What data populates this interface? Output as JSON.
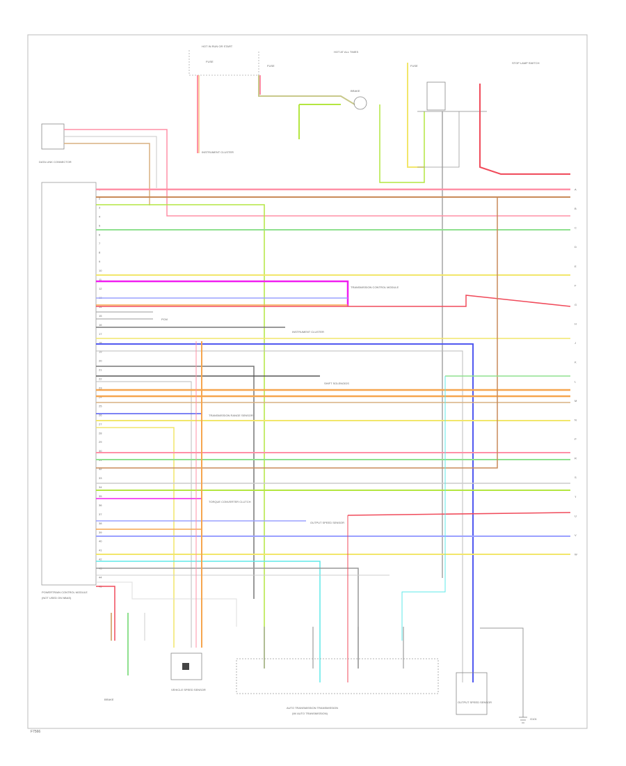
{
  "colors": {
    "pink": "#ff8fa6",
    "red": "#f04a5a",
    "magenta": "#f01ef0",
    "green": "#8ee08e",
    "yellow": "#f2e66a",
    "orange": "#f6a54e",
    "tan": "#d8b080",
    "blue": "#5058f0",
    "lightblue": "#9aa0ff",
    "cyan": "#5ee8e8",
    "gray": "#9a9a9a",
    "darkgray": "#555555",
    "lime": "#b4e640",
    "brown": "#c88a58"
  },
  "footer_code": "F7566",
  "labels": {
    "hot_in_run": "HOT IN RUN OR START",
    "hot_at_all_times": "HOT AT ALL TIMES",
    "fuse": "FUSE",
    "ecm": "POWERTRAIN CONTROL MODULE",
    "ecm_sub": "(NOT USED ON NBAS)",
    "pcm_label": "PCM",
    "dlc": "DATA LINK CONNECTOR",
    "instrument_cluster": "INSTRUMENT CLUSTER",
    "stop_lamp_switch": "STOP LAMP SWITCH",
    "tcm": "TRANSMISSION CONTROL MODULE",
    "vss": "VEHICLE SPEED SENSOR",
    "shift_solenoids": "SHIFT SOLENOIDS",
    "trans_range": "TRANSMISSION RANGE SENSOR",
    "tcc": "TORQUE CONVERTER CLUTCH",
    "auto_trans": "AUTO TRANSMISSION TRANSMISSION",
    "auto_trans_sub": "(W/ AUTO TRANSMISSION)",
    "output_speed": "OUTPUT SPEED SENSOR",
    "brake": "BRAKE",
    "g101": "G101",
    "ground": "GROUND"
  },
  "pin_numbers": [
    "1",
    "2",
    "3",
    "4",
    "5",
    "6",
    "7",
    "8",
    "9",
    "10",
    "11",
    "12",
    "13",
    "14",
    "15",
    "16",
    "17",
    "18",
    "19",
    "20",
    "21",
    "22",
    "23",
    "24",
    "25",
    "26",
    "27",
    "28",
    "29",
    "30",
    "31",
    "32",
    "33",
    "34",
    "35",
    "36",
    "37",
    "38",
    "39",
    "40",
    "41",
    "42",
    "43",
    "44",
    "45"
  ],
  "right_pins": [
    "A",
    "B",
    "C",
    "D",
    "E",
    "F",
    "G",
    "H",
    "J",
    "K",
    "L",
    "M",
    "N",
    "P",
    "R",
    "S",
    "T",
    "U",
    "V",
    "W"
  ]
}
